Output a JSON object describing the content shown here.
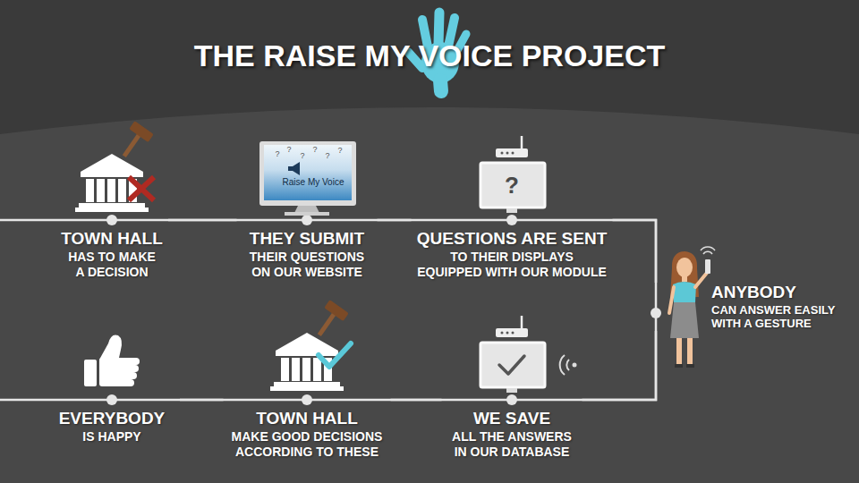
{
  "diagram": {
    "title": "THE RAISE MY VOICE PROJECT",
    "nodes": [
      {
        "text": [
          "TOWN HALL",
          "HAS TO MAKE A DECISION"
        ]
      },
      {
        "text": [
          "THEY SUBMIT",
          "THEIR QUESTIONS ON OUR WEBSITE"
        ]
      },
      {
        "text": [
          "QUESTIONS ARE SENT",
          "TO THEIR DISPLAYS EQUIPPED WITH OUR MODULE"
        ]
      },
      {
        "text": [
          "ANYBODY",
          "CAN ANSWER EASILY WITH A GESTURE"
        ]
      },
      {
        "text": [
          "WE SAVE",
          "ALL THE ANSWERS IN OUR DATABASE"
        ]
      },
      {
        "text": [
          "TOWN HALL",
          "MAKE GOOD DECISIONS ACCORDING TO THESE"
        ]
      },
      {
        "text": [
          "EVERYBODY",
          "IS HAPPY"
        ]
      }
    ],
    "edges": [
      {
        "from": 0,
        "to": 1,
        "arrow": "none"
      },
      {
        "from": 1,
        "to": 2,
        "arrow": "none"
      },
      {
        "from": 2,
        "to": 3,
        "arrow": "none"
      },
      {
        "from": 3,
        "to": 4,
        "arrow": "none"
      },
      {
        "from": 4,
        "to": 5,
        "arrow": "none"
      },
      {
        "from": 5,
        "to": 6,
        "arrow": "none"
      }
    ],
    "labels": [
      "?",
      "?",
      "?",
      "?",
      "?",
      "?",
      "Raise My Voice",
      "?"
    ]
  }
}
